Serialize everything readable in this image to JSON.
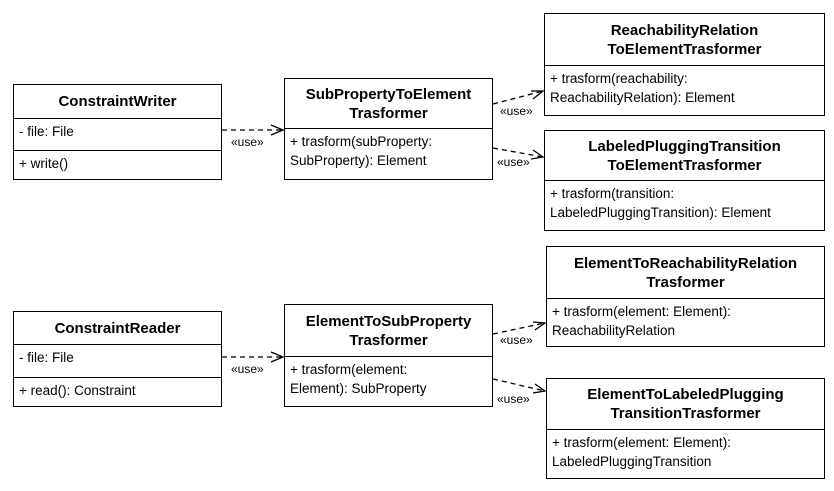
{
  "stereotype": "«use»",
  "classes": {
    "constraint_writer": {
      "name": [
        "ConstraintWriter"
      ],
      "attributes": [
        "- file: File"
      ],
      "operations": [
        "+ write()"
      ]
    },
    "sub_property_to_element": {
      "name": [
        "SubPropertyToElement",
        "Trasformer"
      ],
      "operations": [
        "+ trasform(subProperty:",
        "SubProperty): Element"
      ]
    },
    "reachability_relation_to_element": {
      "name": [
        "ReachabilityRelation",
        "ToElementTrasformer"
      ],
      "operations": [
        "+ trasform(reachability:",
        "ReachabilityRelation): Element"
      ]
    },
    "labeled_plugging_transition_to_element": {
      "name": [
        "LabeledPluggingTransition",
        "ToElementTrasformer"
      ],
      "operations": [
        "+ trasform(transition:",
        "LabeledPluggingTransition): Element"
      ]
    },
    "constraint_reader": {
      "name": [
        "ConstraintReader"
      ],
      "attributes": [
        "- file: File"
      ],
      "operations": [
        "+ read(): Constraint"
      ]
    },
    "element_to_sub_property": {
      "name": [
        "ElementToSubProperty",
        "Trasformer"
      ],
      "operations": [
        "+ trasform(element:",
        "Element):  SubProperty"
      ]
    },
    "element_to_reachability_relation": {
      "name": [
        "ElementToReachabilityRelation",
        "Trasformer"
      ],
      "operations": [
        "+ trasform(element: Element):",
        "ReachabilityRelation"
      ]
    },
    "element_to_labeled_plugging_transition": {
      "name": [
        "ElementToLabeledPlugging",
        "TransitionTrasformer"
      ],
      "operations": [
        "+ trasform(element: Element):",
        "LabeledPluggingTransition"
      ]
    }
  }
}
